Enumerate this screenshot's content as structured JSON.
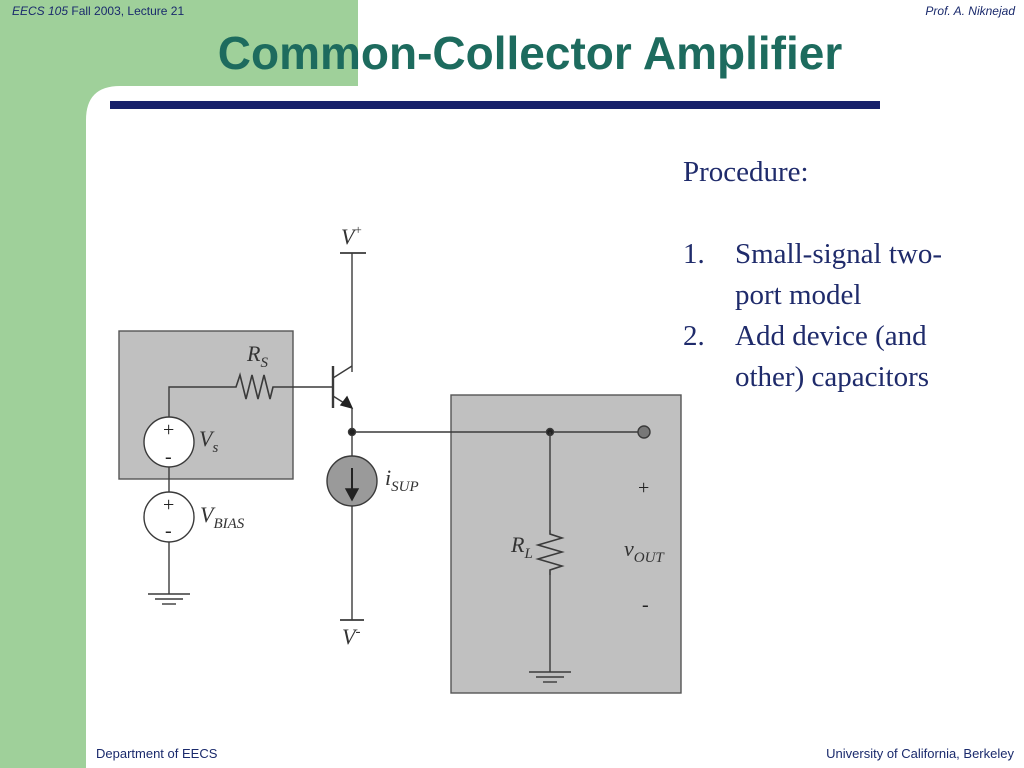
{
  "header": {
    "course": "EECS 105",
    "term": "Fall 2003, Lecture 21",
    "author": "Prof. A. Niknejad"
  },
  "title": "Common-Collector Amplifier",
  "procedure": {
    "heading": "Procedure:",
    "steps": [
      {
        "num": "1.",
        "line1": "Small-signal two-",
        "line2": "port model"
      },
      {
        "num": "2.",
        "line1": "Add device (and",
        "line2": "other) capacitors"
      }
    ]
  },
  "circuit": {
    "vplus_main": "V",
    "vplus_sup": "+",
    "vminus_main": "V",
    "vminus_sup": "-",
    "rs_main": "R",
    "rs_sub": "S",
    "vs_main": "V",
    "vs_sub": "s",
    "vbias_main": "V",
    "vbias_sub": "BIAS",
    "isup_main": "i",
    "isup_sub": "SUP",
    "rl_main": "R",
    "rl_sub": "L",
    "vout_main": "v",
    "vout_sub": "OUT",
    "plus": "+",
    "minus": "-"
  },
  "footer": {
    "left": "Department of EECS",
    "right": "University of California, Berkeley"
  },
  "colors": {
    "sidebar": "#9fd09a",
    "title": "#1d6b5e",
    "rule": "#17216b",
    "box": "#c0c0c0",
    "text": "#1f2b6b"
  }
}
